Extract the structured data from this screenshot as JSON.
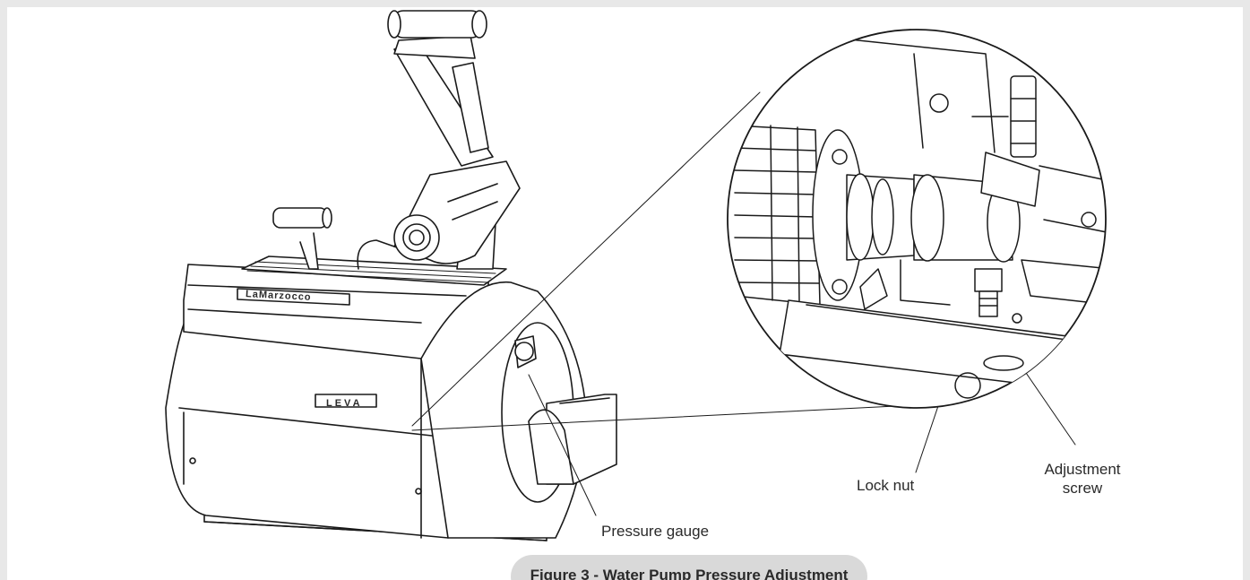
{
  "labels": {
    "lock_nut": "Lock nut",
    "adjustment_screw_1": "Adjustment",
    "adjustment_screw_2": "screw",
    "pressure_gauge": "Pressure gauge"
  },
  "caption": "Figure 3 - Water Pump Pressure Adjustment",
  "brand_text": "LaMarzocco",
  "model_text": "LEVA",
  "colors": {
    "line": "#1a1a1a",
    "caption_bg": "#d9d9d9",
    "border": "#e8e8e8",
    "background": "#ffffff"
  }
}
